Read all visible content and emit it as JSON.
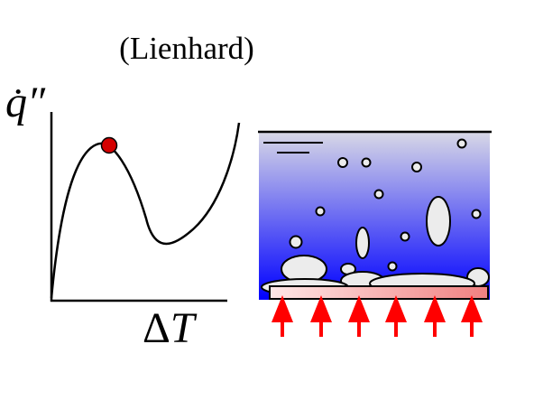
{
  "title": "(Lienhard)",
  "y_axis_label": "q̇″",
  "x_axis_label": {
    "delta": "Δ",
    "variable": "T"
  },
  "colors": {
    "curve": "#000000",
    "critical_point": "#d40000",
    "liquid_top": "#d8d8e6",
    "liquid_bottom": "#0000ff",
    "bubble_fill": "#ececec",
    "heater_light": "#ffe8e8",
    "heater_dark": "#f08080",
    "heat_arrows": "#ff0000"
  },
  "icons": [
    "critical-heat-flux-point",
    "heat-flux-arrow",
    "liquid-level-symbol",
    "vapor-bubble"
  ]
}
